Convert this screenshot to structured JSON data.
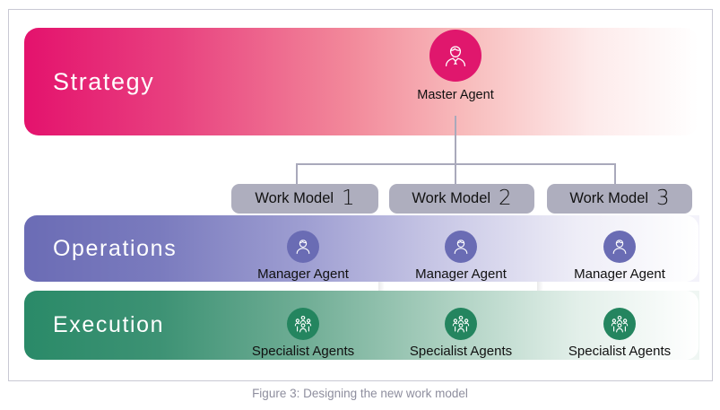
{
  "figure": {
    "caption": "Figure 3:  Designing the new work model"
  },
  "layers": [
    {
      "id": "strategy",
      "label": "Strategy",
      "color": "#e4126d"
    },
    {
      "id": "operations",
      "label": "Operations",
      "color": "#6b6cb5"
    },
    {
      "id": "execution",
      "label": "Execution",
      "color": "#2a8a68"
    }
  ],
  "master": {
    "label": "Master Agent",
    "icon": "person-with-tie-icon",
    "color": "#e0176d"
  },
  "columns": [
    {
      "pill_prefix": "Work Model",
      "pill_number": "1",
      "manager": {
        "label": "Manager Agent",
        "icon": "person-icon",
        "color": "#6a6cb4"
      },
      "specialists": {
        "label": "Specialist Agents",
        "icon": "people-group-icon",
        "color": "#24855f"
      }
    },
    {
      "pill_prefix": "Work Model",
      "pill_number": "2",
      "manager": {
        "label": "Manager Agent",
        "icon": "person-icon",
        "color": "#6a6cb4"
      },
      "specialists": {
        "label": "Specialist Agents",
        "icon": "people-group-icon",
        "color": "#24855f"
      }
    },
    {
      "pill_prefix": "Work Model",
      "pill_number": "3",
      "manager": {
        "label": "Manager Agent",
        "icon": "person-icon",
        "color": "#6a6cb4"
      },
      "specialists": {
        "label": "Specialist Agents",
        "icon": "people-group-icon",
        "color": "#24855f"
      }
    }
  ]
}
